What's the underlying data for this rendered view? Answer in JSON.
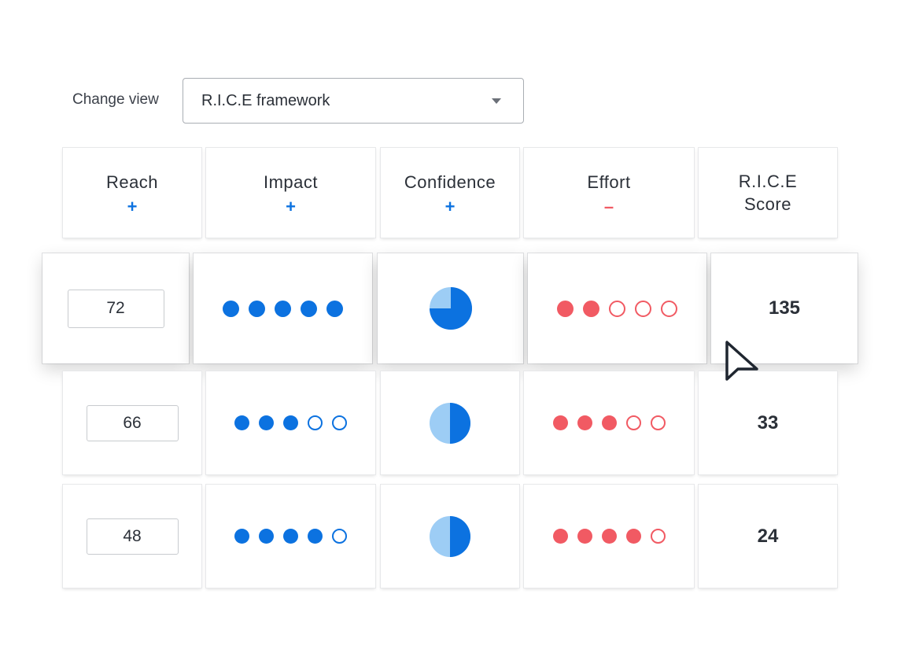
{
  "view": {
    "label": "Change view",
    "selected": "R.I.C.E framework"
  },
  "colors": {
    "blue": "#0c72e0",
    "light_blue": "#9dcdf5",
    "red": "#f15a63"
  },
  "headers": [
    {
      "title": "Reach",
      "sign": "+",
      "type": "plus"
    },
    {
      "title": "Impact",
      "sign": "+",
      "type": "plus"
    },
    {
      "title": "Confidence",
      "sign": "+",
      "type": "plus"
    },
    {
      "title": "Effort",
      "sign": "–",
      "type": "minus"
    },
    {
      "title": "R.I.C.E\nScore",
      "sign": "",
      "type": "none"
    }
  ],
  "rows": [
    {
      "reach": "72",
      "impact": 5,
      "confidence": 0.75,
      "effort": 2,
      "score": "135"
    },
    {
      "reach": "66",
      "impact": 3,
      "confidence": 0.5,
      "effort": 3,
      "score": "33"
    },
    {
      "reach": "48",
      "impact": 4,
      "confidence": 0.5,
      "effort": 4,
      "score": "24"
    }
  ],
  "max_dots": 5
}
